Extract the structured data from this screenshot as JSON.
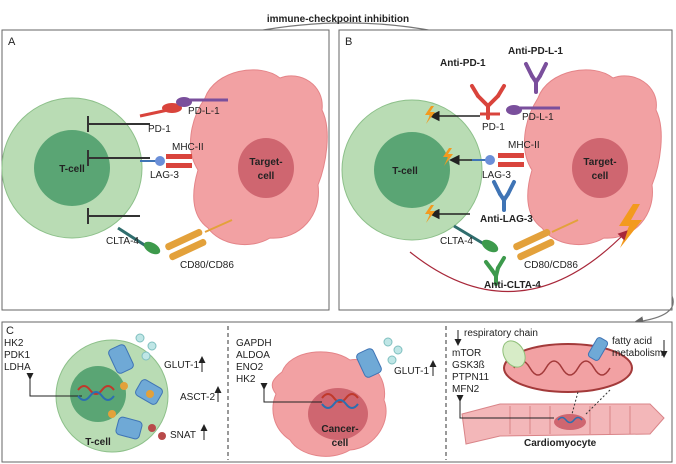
{
  "header": {
    "title": "immune-checkpoint inhibition"
  },
  "panel_a": {
    "letter": "A",
    "tcell": "T-cell",
    "target": [
      "Target-",
      "cell"
    ],
    "pd1": "PD-1",
    "pdl1": "PD-L-1",
    "mhc": "MHC-II",
    "lag3": "LAG-3",
    "ctla4": "CLTA-4",
    "cd80": "CD80/CD86"
  },
  "panel_b": {
    "letter": "B",
    "tcell": "T-cell",
    "target": [
      "Target-",
      "cell"
    ],
    "anti_pd1": "Anti-PD-1",
    "anti_pdl1": "Anti-PD-L-1",
    "pd1": "PD-1",
    "pdl1": "PD-L-1",
    "mhc": "MHC-II",
    "lag3": "LAG-3",
    "anti_lag3": "Anti-LAG-3",
    "ctla4": "CLTA-4",
    "cd80": "CD80/CD86",
    "anti_ctla4": "Anti-CLTA-4"
  },
  "panel_c": {
    "letter": "C",
    "tcell_genes": [
      "HK2",
      "PDK1",
      "LDHA"
    ],
    "glut1": "GLUT-1",
    "asct2": "ASCT-2",
    "snat": "SNAT",
    "tcell": "T-cell",
    "cancer_genes": [
      "GAPDH",
      "ALDOA",
      "ENO2",
      "HK2"
    ],
    "glut1_cancer": "GLUT-1",
    "cancer": [
      "Cancer-",
      "cell"
    ],
    "resp": "respiratory chain",
    "fatty": [
      "fatty acid",
      "metabolism"
    ],
    "cardio_genes": [
      "mTOR",
      "GSK3ß",
      "PTPN11",
      "MFN2"
    ],
    "cardio": "Cardiomyocyte"
  },
  "colors": {
    "tcell_outer": "#b9dcb4",
    "tcell_inner": "#5aa574",
    "target_cell": "#f2a1a3",
    "target_nucleus": "#cf6670",
    "pd1_red": "#d9443c",
    "pdl1_purple": "#7a4f9c",
    "lag3_blue": "#3f74b5",
    "ctla4_green": "#3d9a4c",
    "cd80_orange": "#e3a13b",
    "bolt": "#f39a1e"
  }
}
